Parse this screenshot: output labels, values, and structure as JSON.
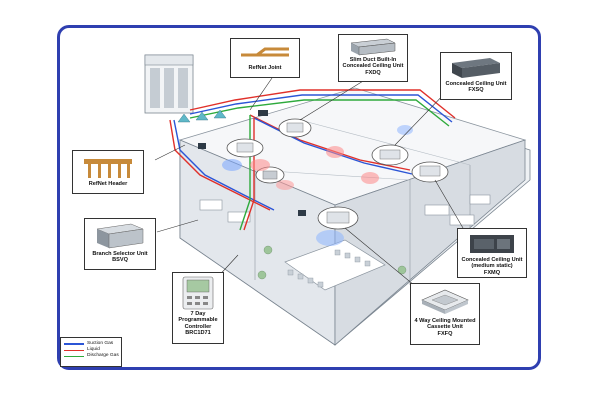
{
  "callouts": {
    "refnet_joint": {
      "title": "RefNet Joint"
    },
    "fxdq": {
      "title": "Slim Duct Built-In Concealed Ceiling Unit",
      "model": "FXDQ"
    },
    "fxsq": {
      "title": "Concealed Ceiling Unit",
      "model": "FXSQ"
    },
    "refnet_header": {
      "title": "RefNet Header"
    },
    "bsvq": {
      "title": "Branch Selector Unit",
      "model": "BSVQ"
    },
    "fxmq": {
      "title": "Concealed Ceiling Unit (medium static)",
      "model": "FXMQ"
    },
    "brc": {
      "title": "7 Day Programmable Controller",
      "model": "BRC1D71"
    },
    "fxfq": {
      "title": "4 Way Ceiling Mounted Cassette Unit",
      "model": "FXFQ"
    }
  },
  "legend": {
    "items": [
      {
        "label": "Suction Gas",
        "color": "#2b55d6"
      },
      {
        "label": "Liquid",
        "color": "#e0302a"
      },
      {
        "label": "Discharge Gas",
        "color": "#2eaa3c"
      }
    ]
  }
}
